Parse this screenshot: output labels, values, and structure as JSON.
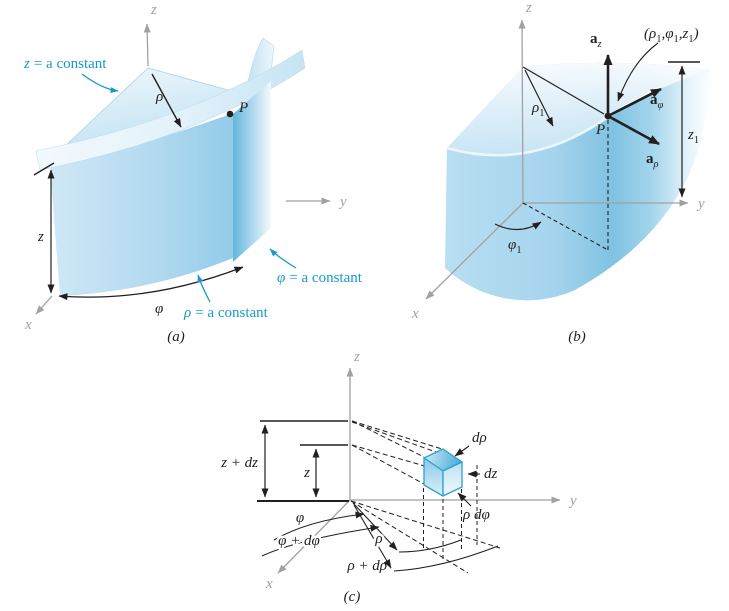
{
  "figure": {
    "colors": {
      "accent_cyan": "#1899cc",
      "ink": "#231f20",
      "axis_gray": "#9fa1a4",
      "surface_blue": "#a9d6ee",
      "deep_blue": "#7fc2e2",
      "highlight_blue": "#eaf5fb"
    },
    "panel_a": {
      "caption": "(a)",
      "axis_labels": {
        "x": "x",
        "y": "y",
        "z": "z"
      },
      "surface_labels": {
        "z_const": {
          "var": "z",
          "rest": "= a constant"
        },
        "phi_const": {
          "var": "φ",
          "rest": "= a constant"
        },
        "rho_const": {
          "var": "ρ",
          "rest": "= a constant"
        }
      },
      "labels": {
        "rho": "ρ",
        "phi": "φ",
        "z_dim": "z",
        "point": "P"
      }
    },
    "panel_b": {
      "caption": "(b)",
      "axis_labels": {
        "x": "x",
        "y": "y",
        "z": "z"
      },
      "point_label": "P",
      "coords": {
        "p1": "(ρ",
        "s1": "1",
        "p2": ",φ",
        "s2": "1",
        "p3": ",z",
        "s3": "1",
        "p4": ")"
      },
      "rho1": {
        "m": "ρ",
        "s": "1"
      },
      "phi1": {
        "m": "φ",
        "s": "1"
      },
      "z1": {
        "m": "z",
        "s": "1"
      },
      "unit_vectors": {
        "az": {
          "m": "a",
          "s": "z"
        },
        "aphi": {
          "m": "a",
          "s": "φ"
        },
        "arho": {
          "m": "a",
          "s": "ρ"
        }
      }
    },
    "panel_c": {
      "caption": "(c)",
      "axis_labels": {
        "x": "x",
        "y": "y",
        "z": "z"
      },
      "labels": {
        "z_plus_dz": "z + dz",
        "z": "z",
        "d_rho": "dρ",
        "dz": "dz",
        "rho_dphi": "ρ dφ",
        "phi": "φ",
        "phi_plus_dphi": "φ + dφ",
        "rho": "ρ",
        "rho_plus_drho": "ρ + dρ"
      }
    }
  }
}
